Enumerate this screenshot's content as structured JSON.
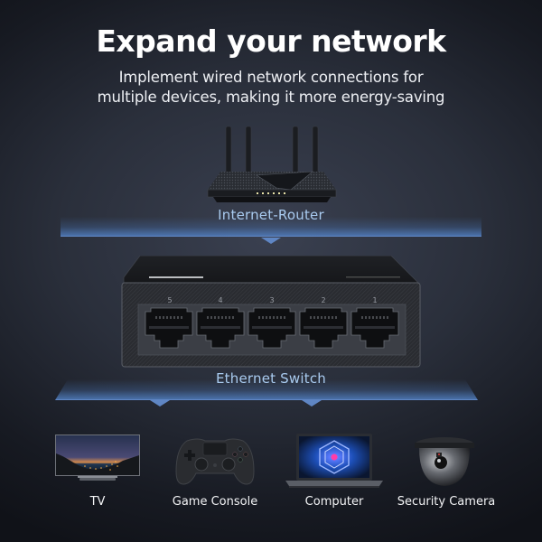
{
  "header": {
    "title": "Expand your network",
    "subtitle_line1": "Implement wired network connections for",
    "subtitle_line2": "multiple devices, making it more energy-saving"
  },
  "router": {
    "label": "Internet-Router",
    "icon": "wifi-router-icon"
  },
  "switch": {
    "label": "Ethernet Switch",
    "icon": "ethernet-switch-icon",
    "ports": [
      "5",
      "4",
      "3",
      "2",
      "1"
    ]
  },
  "devices": [
    {
      "label": "TV",
      "icon": "tv-icon"
    },
    {
      "label": "Game Console",
      "icon": "game-controller-icon"
    },
    {
      "label": "Computer",
      "icon": "laptop-icon"
    },
    {
      "label": "Security Camera",
      "icon": "security-camera-icon"
    }
  ],
  "colors": {
    "background": "#1c2029",
    "label_accent": "#a9cbf0",
    "band_accent": "#5f86c4",
    "title": "#ffffff"
  }
}
